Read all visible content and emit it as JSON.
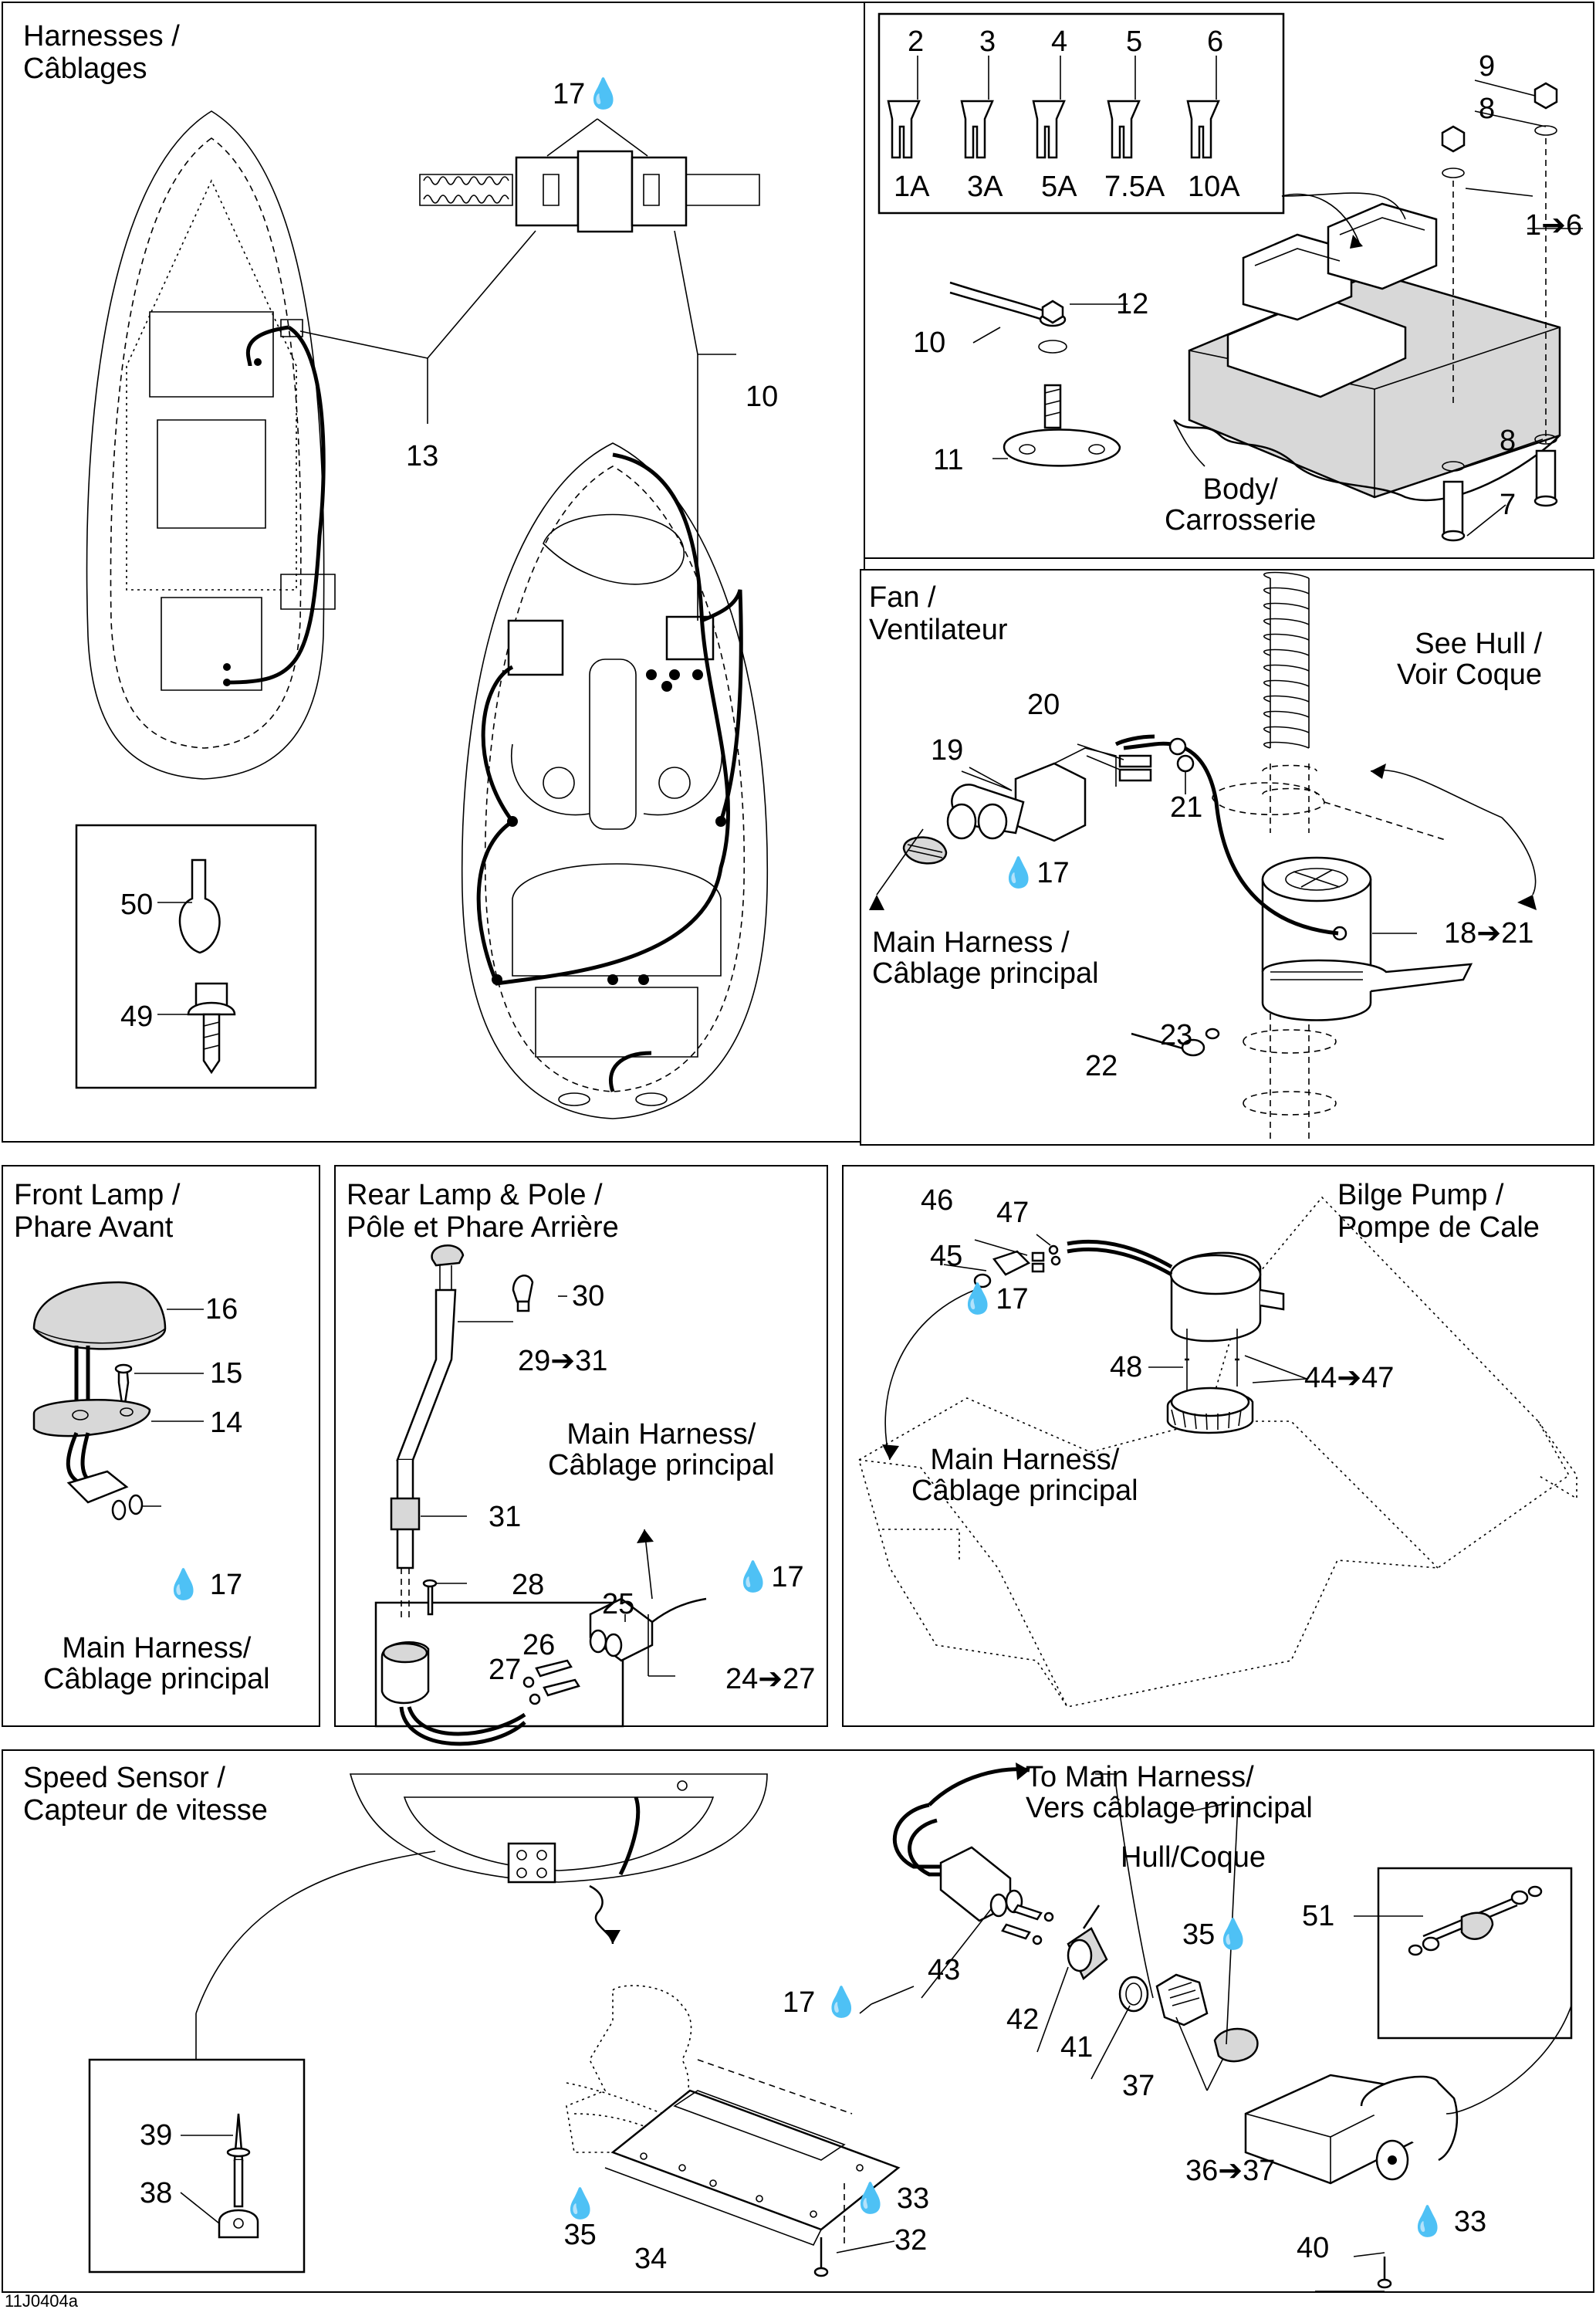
{
  "panels": {
    "harnesses": {
      "title_line1": "Harnesses /",
      "title_line2": "Câblages",
      "labels": {
        "l17": "17",
        "l13": "13",
        "l10": "10",
        "l50": "50",
        "l49": "49"
      }
    },
    "fuses": {
      "ratings": [
        "1A",
        "3A",
        "5A",
        "7.5A",
        "10A"
      ],
      "numbers": [
        "2",
        "3",
        "4",
        "5",
        "6"
      ],
      "labels": {
        "l9": "9",
        "l8a": "8",
        "l1to6": "1➔6",
        "l12": "12",
        "l10": "10",
        "l11": "11",
        "l8b": "8",
        "l7": "7"
      },
      "body_line1": "Body/",
      "body_line2": "Carrosserie"
    },
    "fan": {
      "title_line1": "Fan /",
      "title_line2": "Ventilateur",
      "see_hull_line1": "See Hull /",
      "see_hull_line2": "Voir Coque",
      "harness_line1": "Main Harness /",
      "harness_line2": "Câblage principal",
      "labels": {
        "l20": "20",
        "l19": "19",
        "l21": "21",
        "l17": "17",
        "l18to21": "18➔21",
        "l23": "23",
        "l22": "22"
      }
    },
    "front_lamp": {
      "title_line1": "Front Lamp /",
      "title_line2": "Phare Avant",
      "harness_line1": "Main Harness/",
      "harness_line2": "Câblage principal",
      "labels": {
        "l16": "16",
        "l15": "15",
        "l14": "14",
        "l17": "17"
      }
    },
    "rear_lamp": {
      "title_line1": "Rear Lamp & Pole /",
      "title_line2": "Pôle et Phare Arrière",
      "harness_line1": "Main Harness/",
      "harness_line2": "Câblage principal",
      "labels": {
        "l30": "30",
        "l29to31": "29➔31",
        "l31": "31",
        "l28": "28",
        "l25": "25",
        "l17": "17",
        "l26": "26",
        "l27": "27",
        "l24to27": "24➔27"
      }
    },
    "bilge_pump": {
      "title_line1": "Bilge Pump /",
      "title_line2": "Pompe de Cale",
      "harness_line1": "Main Harness/",
      "harness_line2": "Câblage principal",
      "labels": {
        "l46": "46",
        "l47": "47",
        "l45": "45",
        "l17": "17",
        "l48": "48",
        "l44to47": "44➔47"
      }
    },
    "speed_sensor": {
      "title_line1": "Speed Sensor /",
      "title_line2": "Capteur de vitesse",
      "to_harness_line1": "To Main Harness/",
      "to_harness_line2": "Vers câblage principal",
      "hull": "Hull/Coque",
      "labels": {
        "l17": "17",
        "l43": "43",
        "l42": "42",
        "l41": "41",
        "l35a": "35",
        "l37": "37",
        "l51": "51",
        "l36to37": "36➔37",
        "l33a": "33",
        "l40": "40",
        "l39": "39",
        "l38": "38",
        "l35b": "35",
        "l34": "34",
        "l33b": "33",
        "l32": "32"
      }
    }
  },
  "footer_code": "11J0404a"
}
